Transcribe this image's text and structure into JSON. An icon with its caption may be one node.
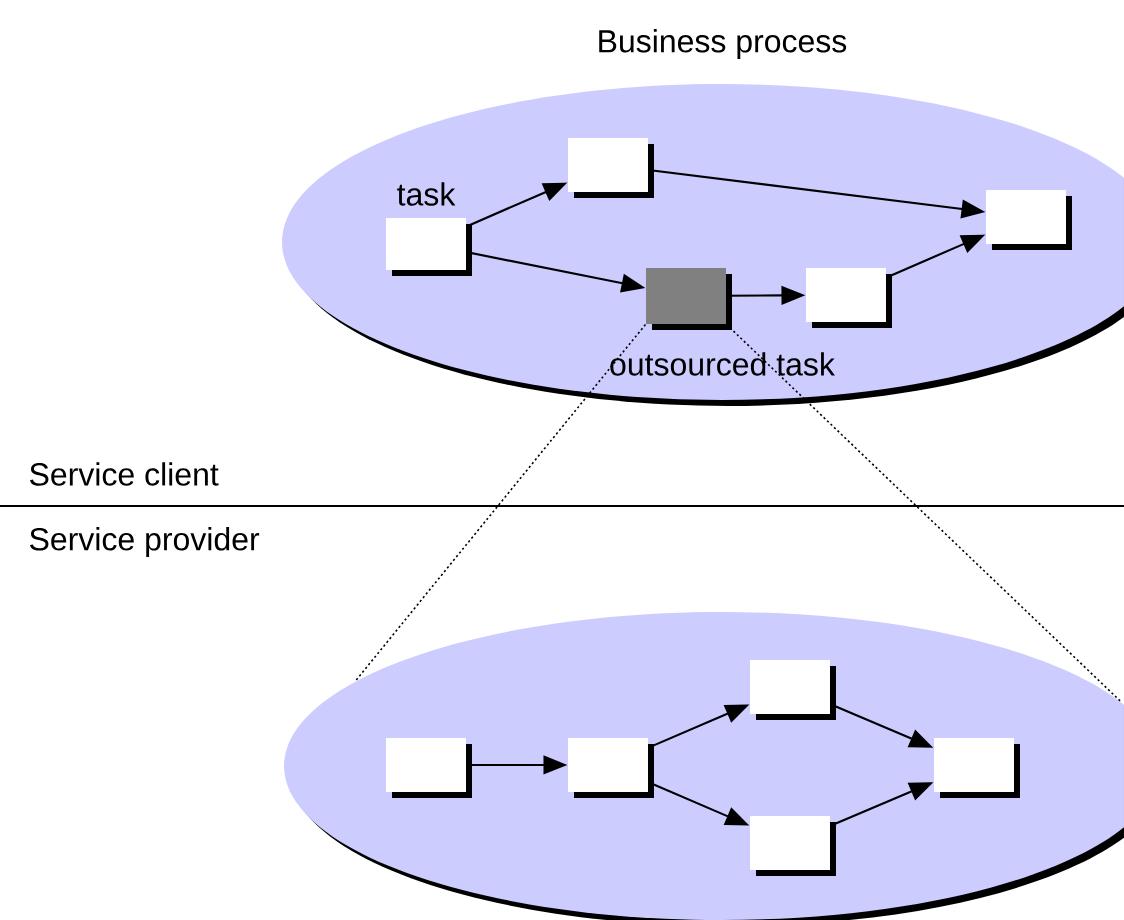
{
  "diagram": {
    "nodes": [
      {
        "text": [
          "Business process"
        ]
      },
      {
        "text": [
          "task"
        ],
        "in": 0
      },
      {
        "text": [],
        "shape": "box",
        "in": 0
      },
      {
        "text": [],
        "shape": "box",
        "in": 0
      },
      {
        "text": [
          "outsourced task"
        ],
        "in": 0
      },
      {
        "text": [],
        "shape": "box",
        "in": 0
      },
      {
        "text": [],
        "shape": "ellipse"
      },
      {
        "text": [],
        "shape": "box",
        "in": 6
      },
      {
        "text": [],
        "shape": "box",
        "in": 6
      },
      {
        "text": [],
        "shape": "box",
        "in": 6
      },
      {
        "text": [],
        "shape": "box",
        "in": 6
      },
      {
        "text": [],
        "shape": "box",
        "in": 6
      }
    ],
    "edges": [
      {
        "from": 1,
        "to": 2,
        "arrow": "to"
      },
      {
        "from": 1,
        "to": 4,
        "arrow": "to"
      },
      {
        "from": 2,
        "to": 3,
        "arrow": "to"
      },
      {
        "from": 4,
        "to": 5,
        "arrow": "to"
      },
      {
        "from": 5,
        "to": 3,
        "arrow": "to"
      },
      {
        "from": 4,
        "to": 6,
        "arrow": "none",
        "style": "dashed"
      },
      {
        "from": 4,
        "to": 6,
        "arrow": "none",
        "style": "dashed"
      },
      {
        "from": 7,
        "to": 8,
        "arrow": "to"
      },
      {
        "from": 8,
        "to": 9,
        "arrow": "to"
      },
      {
        "from": 8,
        "to": 10,
        "arrow": "to"
      },
      {
        "from": 9,
        "to": 11,
        "arrow": "to"
      },
      {
        "from": 10,
        "to": 11,
        "arrow": "to"
      }
    ],
    "labels": [
      "Service client",
      "Service provider"
    ]
  }
}
